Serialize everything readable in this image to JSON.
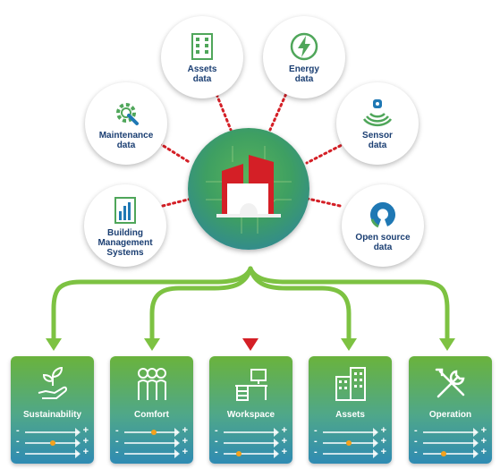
{
  "sources": [
    {
      "id": "assets",
      "label": [
        "Assets",
        "data"
      ],
      "icon": "building-icon"
    },
    {
      "id": "energy",
      "label": [
        "Energy",
        "data"
      ],
      "icon": "lightning-icon"
    },
    {
      "id": "maintenance",
      "label": [
        "Maintenance",
        "data"
      ],
      "icon": "gear-wrench-icon"
    },
    {
      "id": "sensor",
      "label": [
        "Sensor",
        "data"
      ],
      "icon": "sensor-icon"
    },
    {
      "id": "bms",
      "label": [
        "Building",
        "Management",
        "Systems"
      ],
      "icon": "building-chart-icon"
    },
    {
      "id": "opensource",
      "label": [
        "Open source",
        "data"
      ],
      "icon": "open-source-icon"
    }
  ],
  "outputs": [
    {
      "id": "sustainability",
      "label": "Sustainability",
      "icon": "plant-hand-icon"
    },
    {
      "id": "comfort",
      "label": "Comfort",
      "icon": "people-icon"
    },
    {
      "id": "workspace",
      "label": "Workspace",
      "icon": "desk-icon"
    },
    {
      "id": "assets",
      "label": "Assets",
      "icon": "office-building-icon"
    },
    {
      "id": "operation",
      "label": "Operation",
      "icon": "tools-icon"
    }
  ],
  "scale": {
    "minus": "-",
    "plus": "+"
  },
  "colors": {
    "text": "#1a3e72",
    "green": "#7dc242",
    "red": "#d41f26",
    "blue": "#1f78b4",
    "accent": "#f5a21c"
  }
}
